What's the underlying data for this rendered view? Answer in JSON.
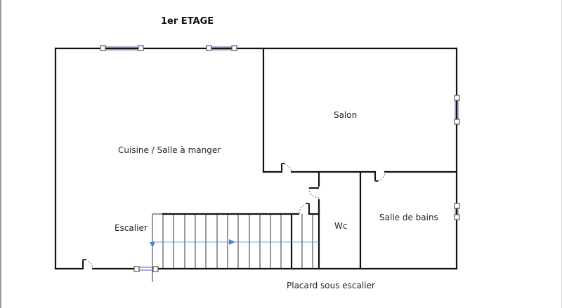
{
  "title": "1er ETAGE",
  "rooms": {
    "cuisine": "Cuisine / Salle à manger",
    "salon": "Salon",
    "escalier": "Escalier",
    "wc": "Wc",
    "salle_de_bains": "Salle de bains",
    "placard": "Placard sous escalier"
  },
  "colors": {
    "wall": "#111111",
    "window": "#7b78c4",
    "stair_arrow": "#4a86c8",
    "door_swing": "#666666"
  }
}
